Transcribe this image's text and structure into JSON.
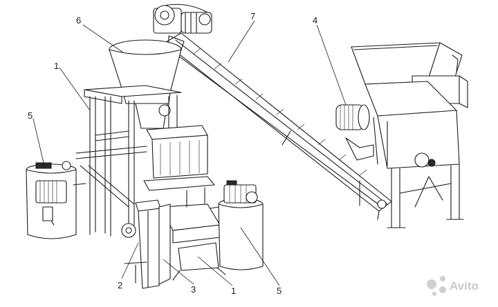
{
  "diagram": {
    "callouts": [
      {
        "id": "c6",
        "text": "6"
      },
      {
        "id": "c7",
        "text": "7"
      },
      {
        "id": "c4",
        "text": "4"
      },
      {
        "id": "c1a",
        "text": "1"
      },
      {
        "id": "c5a",
        "text": "5"
      },
      {
        "id": "c2",
        "text": "2"
      },
      {
        "id": "c3",
        "text": "3"
      },
      {
        "id": "c1b",
        "text": "1"
      },
      {
        "id": "c5b",
        "text": "5"
      }
    ]
  },
  "watermark": {
    "text": "Avito"
  }
}
